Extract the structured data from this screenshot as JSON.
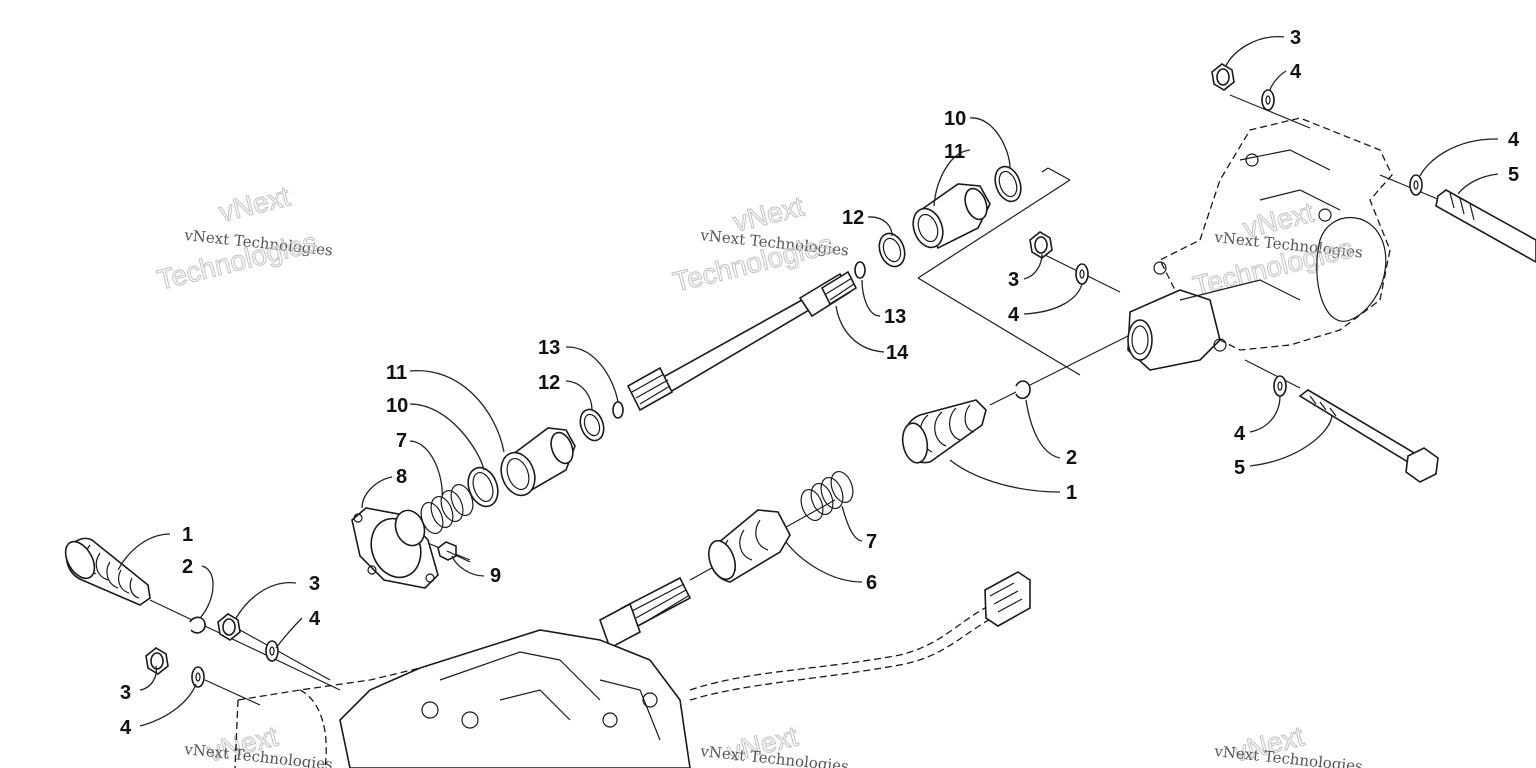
{
  "watermark": {
    "brand": "vNext",
    "small": "vNext Technologies",
    "big": "Technologies"
  },
  "callouts": {
    "c1_left": "1",
    "c2_left": "2",
    "c3_left_a": "3",
    "c4_left_a": "4",
    "c3_left_b": "3",
    "c4_left_b": "4",
    "c8": "8",
    "c7_a": "7",
    "c10_a": "10",
    "c11_a": "11",
    "c12_a": "12",
    "c13_a": "13",
    "c9": "9",
    "c6": "6",
    "c7_b": "7",
    "c12_b": "12",
    "c13_b": "13",
    "c14": "14",
    "c10_b": "10",
    "c11_b": "11",
    "c3_right_a": "3",
    "c4_right_a": "4",
    "c3_right_b": "3",
    "c4_right_b": "4",
    "c4_right_c": "4",
    "c5_a": "5",
    "c4_right_d": "4",
    "c5_b": "5",
    "c2_right": "2",
    "c1_right": "1"
  }
}
